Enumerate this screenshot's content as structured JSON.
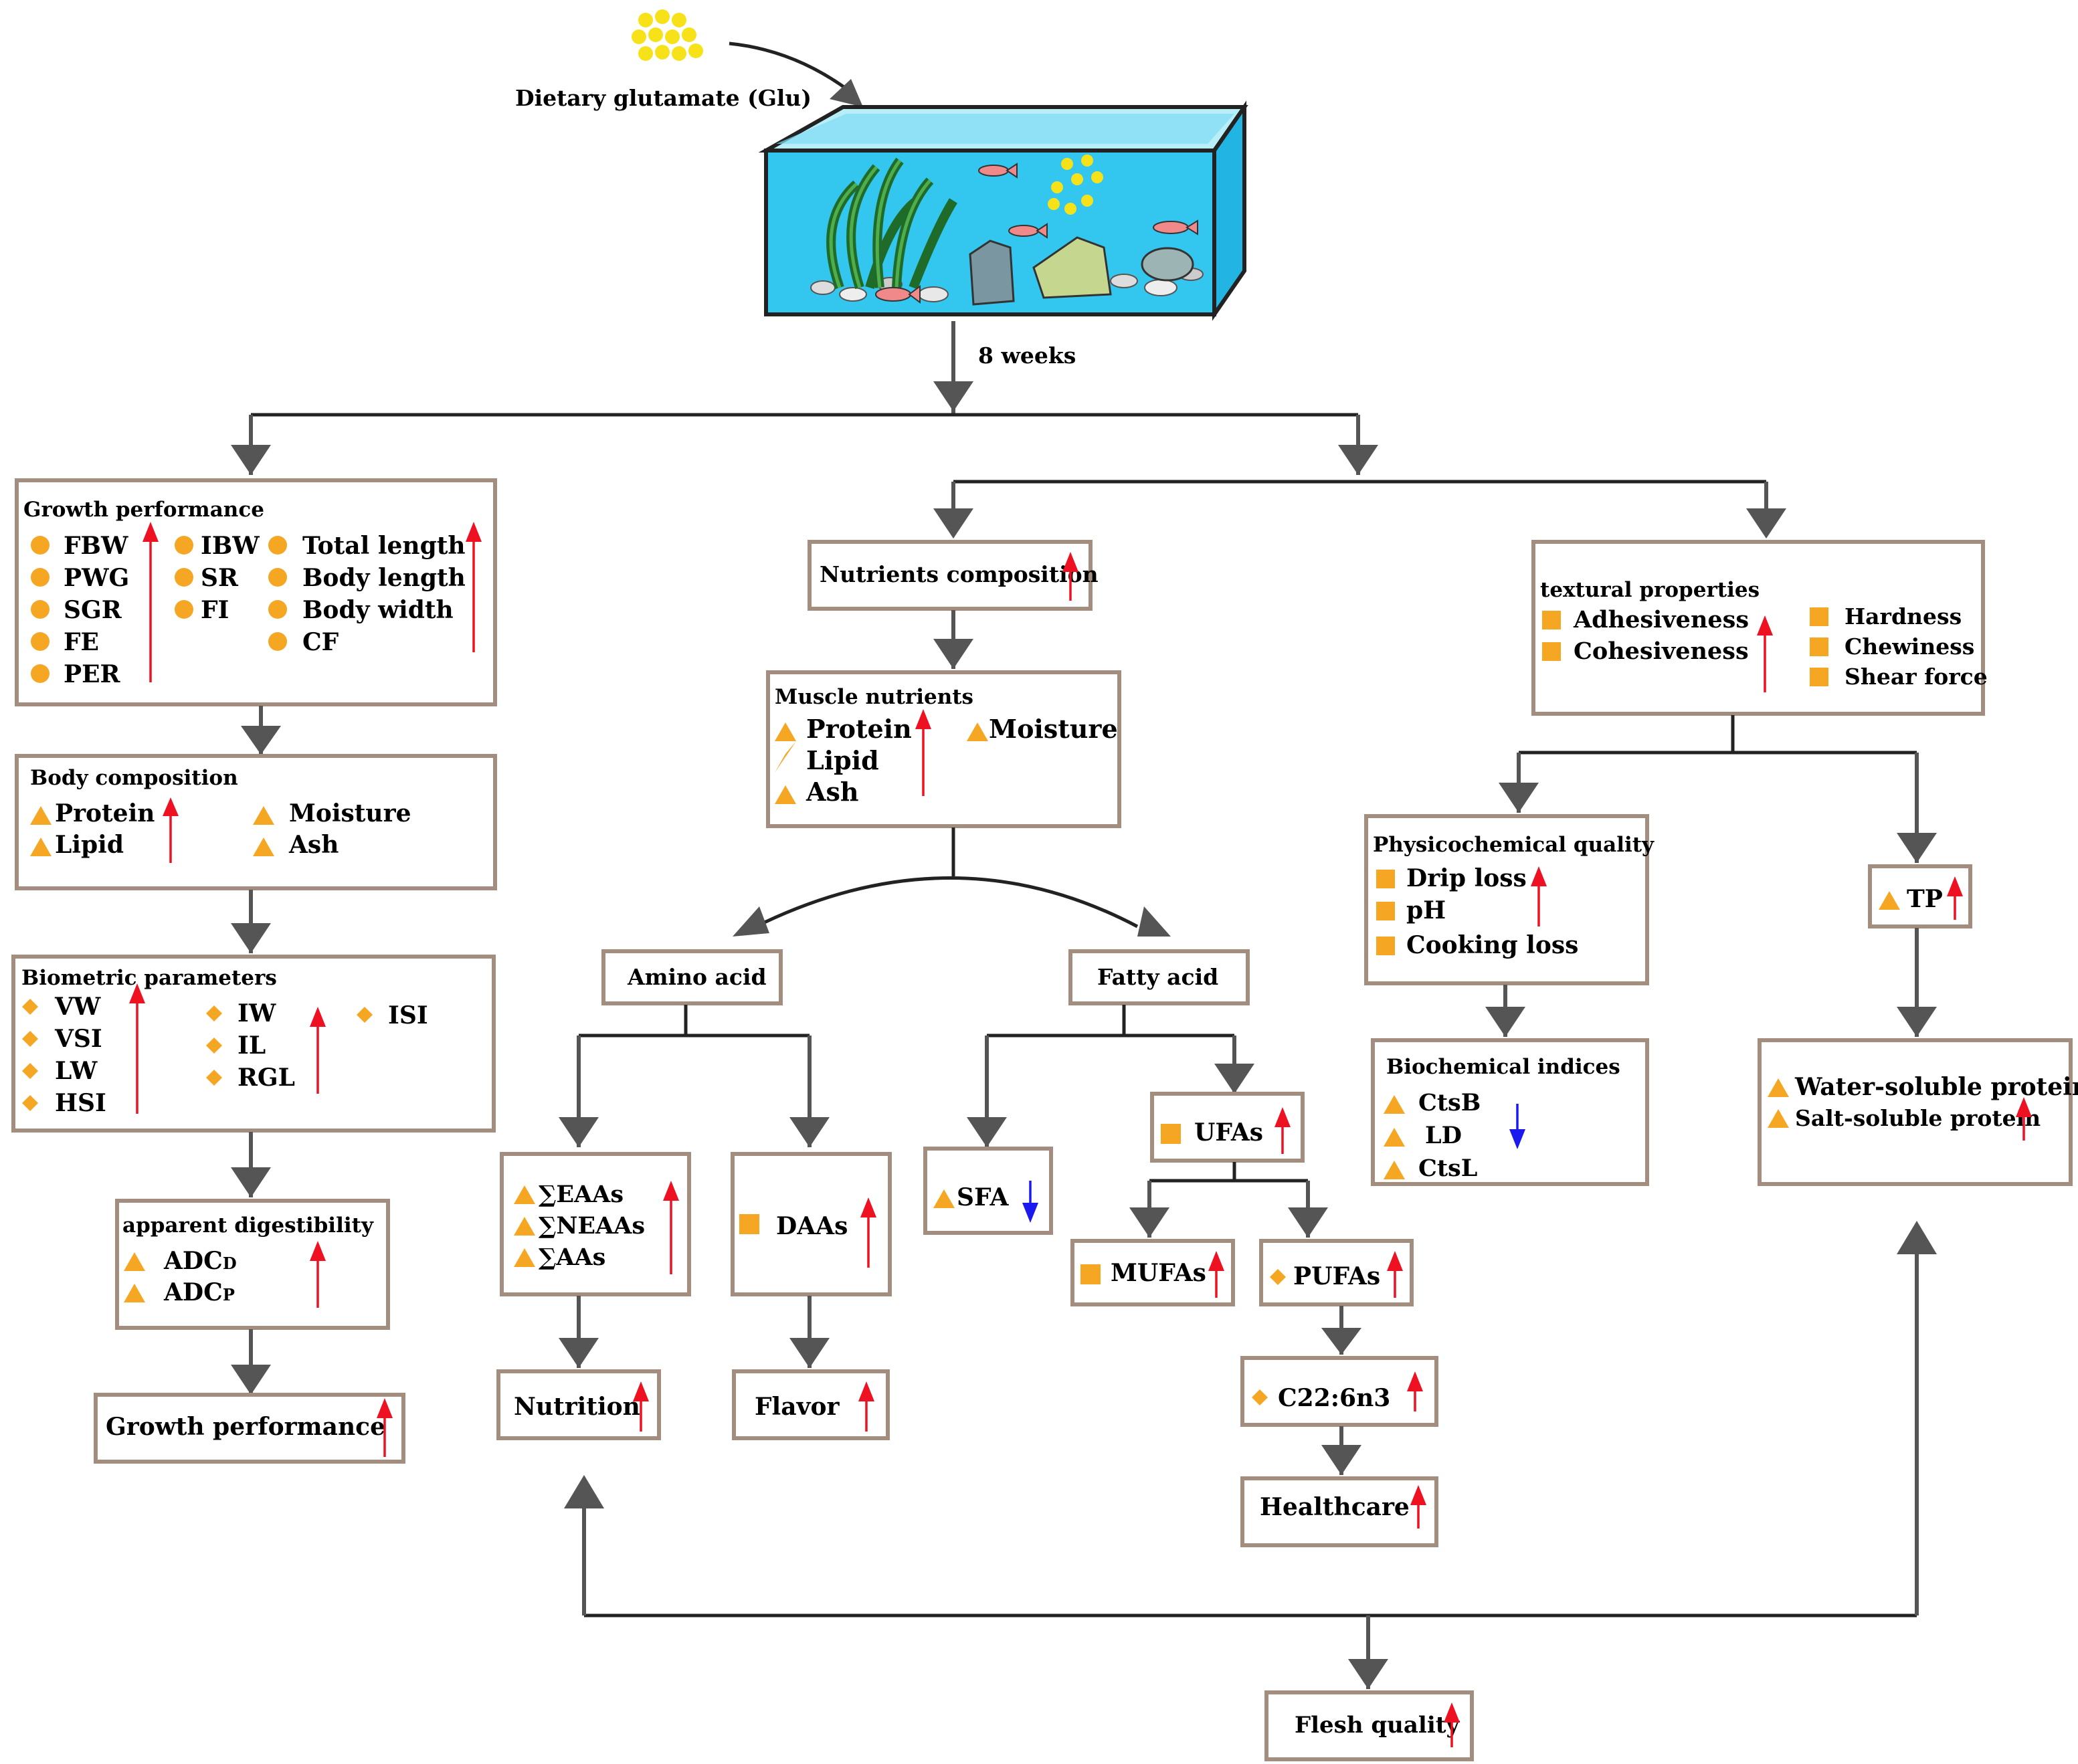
{
  "diet_label": "Dietary glutamate (Glu)",
  "duration": "8 weeks",
  "growth": {
    "title": "Growth performance",
    "col1": [
      "FBW",
      "PWG",
      "SGR",
      "FE",
      "PER"
    ],
    "col2": [
      "IBW",
      "SR",
      "FI"
    ],
    "col3": [
      "Total length",
      "Body length",
      "Body width",
      "CF"
    ]
  },
  "body_comp": {
    "title": "Body composition",
    "left": [
      "Protein",
      "Lipid"
    ],
    "right": [
      "Moisture",
      "Ash"
    ]
  },
  "biometric": {
    "title": "Biometric parameters",
    "col1": [
      "VW",
      "VSI",
      "LW",
      "HSI"
    ],
    "col2": [
      "IW",
      "IL",
      "RGL"
    ],
    "col3": [
      "ISI"
    ]
  },
  "digest": {
    "title": "apparent digestibility",
    "items": [
      {
        "base": "ADC",
        "sub": "D"
      },
      {
        "base": "ADC",
        "sub": "P"
      }
    ]
  },
  "growth_outcome": "Growth performance",
  "nutrients_comp": "Nutrients composition",
  "muscle": {
    "title": "Muscle nutrients",
    "left": [
      "Protein",
      "Lipid",
      "Ash"
    ],
    "right": [
      "Moisture"
    ]
  },
  "amino_acid": "Amino acid",
  "fatty_acid": "Fatty acid",
  "aa_sums": [
    "∑EAAs",
    "∑NEAAs",
    "∑AAs"
  ],
  "daas": "DAAs",
  "nutrition": "Nutrition",
  "flavor": "Flavor",
  "sfa": "SFA",
  "ufas": "UFAs",
  "mufas": "MUFAs",
  "pufas": "PUFAs",
  "c22": "C22:6n3",
  "healthcare": "Healthcare",
  "texture": {
    "title": "textural properties",
    "left": [
      "Adhesiveness",
      "Cohesiveness"
    ],
    "right": [
      "Hardness",
      "Chewiness",
      "Shear force"
    ]
  },
  "physchem": {
    "title": "Physicochemical quality",
    "items": [
      "Drip loss",
      "pH",
      "Cooking loss"
    ]
  },
  "biochem": {
    "title": "Biochemical indices",
    "items": [
      "CtsB",
      "LD",
      "CtsL"
    ]
  },
  "tp": "TP",
  "proteins": [
    "Water-soluble protein",
    "Salt-soluble protein"
  ],
  "flesh_quality": "Flesh quality",
  "colors": {
    "marker": "#f5a623",
    "increase_arrow": "#ee1122",
    "decrease_arrow": "#1a1aee",
    "box_border": "#a28d7f",
    "water": "#3cc8ee",
    "pellets": "#f7e21a"
  }
}
